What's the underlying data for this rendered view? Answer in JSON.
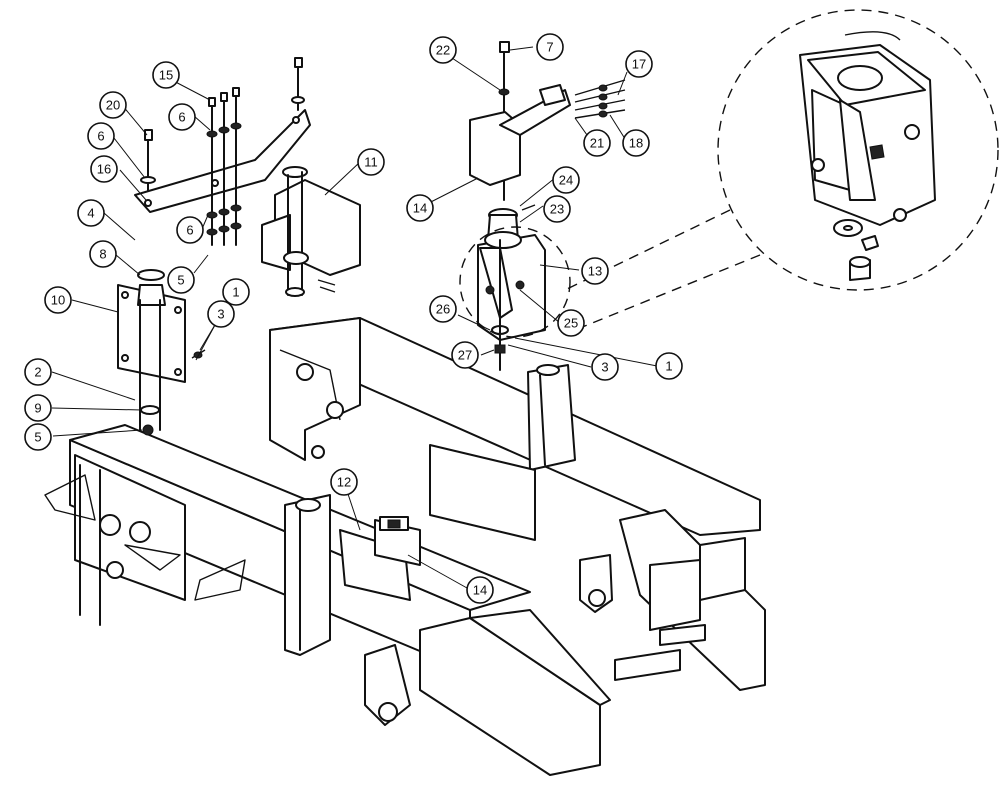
{
  "callouts": [
    "1",
    "2",
    "3",
    "4",
    "5",
    "6",
    "7",
    "8",
    "9",
    "10",
    "11",
    "12",
    "13",
    "14",
    "15",
    "16",
    "17",
    "18",
    "20",
    "21",
    "22",
    "23",
    "24",
    "25",
    "26",
    "27"
  ],
  "labels": {
    "c1a": "1",
    "c1b": "1",
    "c2": "2",
    "c3a": "3",
    "c3b": "3",
    "c4": "4",
    "c5a": "5",
    "c5b": "5",
    "c6a": "6",
    "c6b": "6",
    "c6c": "6",
    "c7": "7",
    "c8": "8",
    "c9": "9",
    "c10": "10",
    "c11": "11",
    "c12": "12",
    "c13": "13",
    "c14a": "14",
    "c14b": "14",
    "c15": "15",
    "c16": "16",
    "c17": "17",
    "c18": "18",
    "c20": "20",
    "c21": "21",
    "c22": "22",
    "c23": "23",
    "c24": "24",
    "c25": "25",
    "c26": "26",
    "c27": "27"
  }
}
